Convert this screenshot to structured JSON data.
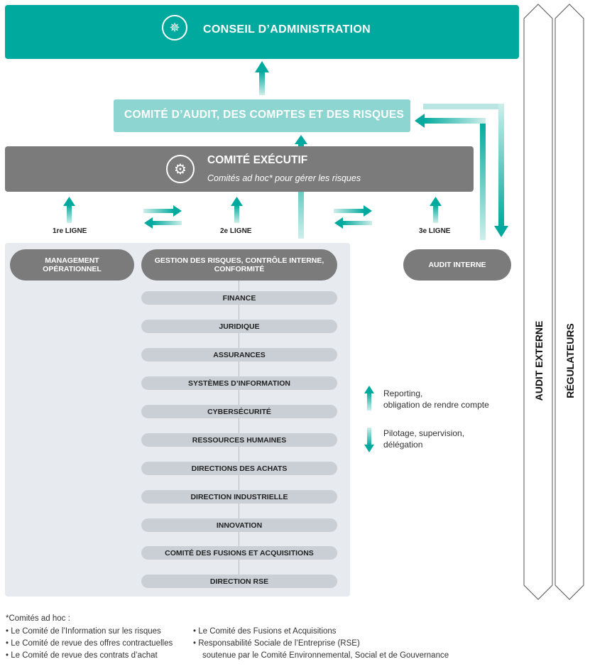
{
  "board": {
    "title": "CONSEIL D’ADMINISTRATION",
    "icon": "compass-icon"
  },
  "audit_committee": {
    "title": "COMITÉ D’AUDIT, DES COMPTES ET DES RISQUES"
  },
  "executive": {
    "title": "COMITÉ EXÉCUTIF",
    "subtitle": "Comités ad hoc* pour gérer les risques",
    "icon": "gears-icon"
  },
  "lines": {
    "first": "1re LIGNE",
    "second": "2e LIGNE",
    "third": "3e LIGNE"
  },
  "nodes": {
    "management": "MANAGEMENT OPÉRATIONNEL",
    "grc": "GESTION DES RISQUES, CONTRÔLE INTERNE, CONFORMITÉ",
    "internal_audit": "AUDIT INTERNE"
  },
  "functions": [
    "FINANCE",
    "JURIDIQUE",
    "ASSURANCES",
    "SYSTÈMES D’INFORMATION",
    "CYBERSÉCURITÉ",
    "RESSOURCES HUMAINES",
    "DIRECTIONS DES ACHATS",
    "DIRECTION INDUSTRIELLE",
    "INNOVATION",
    "COMITÉ DES FUSIONS ET ACQUISITIONS",
    "DIRECTION RSE"
  ],
  "legend": {
    "up": "Reporting,\nobligation de rendre compte",
    "down": "Pilotage, supervision,\ndélégation"
  },
  "pillars": {
    "external_audit": "AUDIT EXTERNE",
    "regulators": "RÉGULATEURS"
  },
  "footnote": {
    "title": "*Comités ad hoc :",
    "col1": [
      "• Le Comité de l’Information sur les risques",
      "• Le Comité de revue des offres contractuelles",
      "• Le Comité de revue des contrats d’achat"
    ],
    "col2": [
      "• Le Comité des Fusions et Acquisitions",
      "• Responsabilité Sociale de l’Entreprise (RSE)",
      "soutenue par le Comité Environnemental, Social et de Gouvernance"
    ]
  },
  "colors": {
    "teal": "#00a99d",
    "light_teal": "#8dd5d0",
    "gray": "#7b7b7b",
    "panel": "#e7ebef",
    "func": "#c9cfd5"
  }
}
